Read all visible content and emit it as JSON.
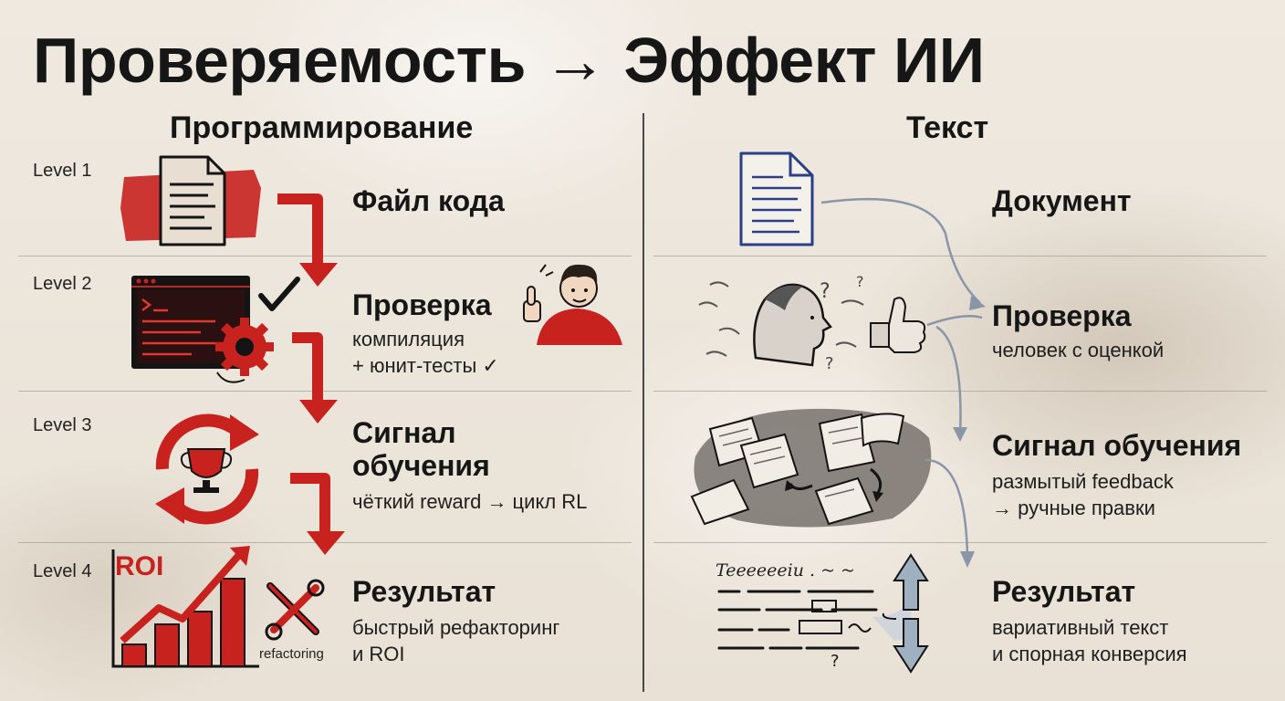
{
  "title": "Проверяемость → Эффект ИИ",
  "columns": {
    "left": {
      "heading": "Программирование"
    },
    "right": {
      "heading": "Текст"
    }
  },
  "levels": [
    "Level 1",
    "Level 2",
    "Level 3",
    "Level 4"
  ],
  "programming": {
    "file": {
      "title": "Файл кода"
    },
    "check": {
      "title": "Проверка",
      "line1": "компиляция",
      "line2": "+ юнит-тесты ✓"
    },
    "signal": {
      "title_line1": "Сигнал",
      "title_line2": "обучения",
      "line1": "чёткий reward → цикл RL"
    },
    "result": {
      "title": "Результат",
      "line1": "быстрый рефакторинг",
      "line2": "и ROI"
    },
    "roi_label": "ROI",
    "refactoring_label": "refactoring"
  },
  "text": {
    "doc": {
      "title": "Документ"
    },
    "check": {
      "title": "Проверка",
      "line1": "человек с оценкой"
    },
    "signal": {
      "title": "Сигнал обучения",
      "line1": "размытый feedback",
      "line2": "→ ручные правки"
    },
    "result": {
      "title": "Результат",
      "line1": "вариативный текст",
      "line2": "и спорная конверсия"
    },
    "scribble_heading": "Teeeeeeiu . ~ ~",
    "question_mark": "?"
  },
  "colors": {
    "accent_red": "#c8221f",
    "ink": "#161616",
    "doc_blue": "#2a3f86",
    "connector_gray": "#8a95a8"
  }
}
